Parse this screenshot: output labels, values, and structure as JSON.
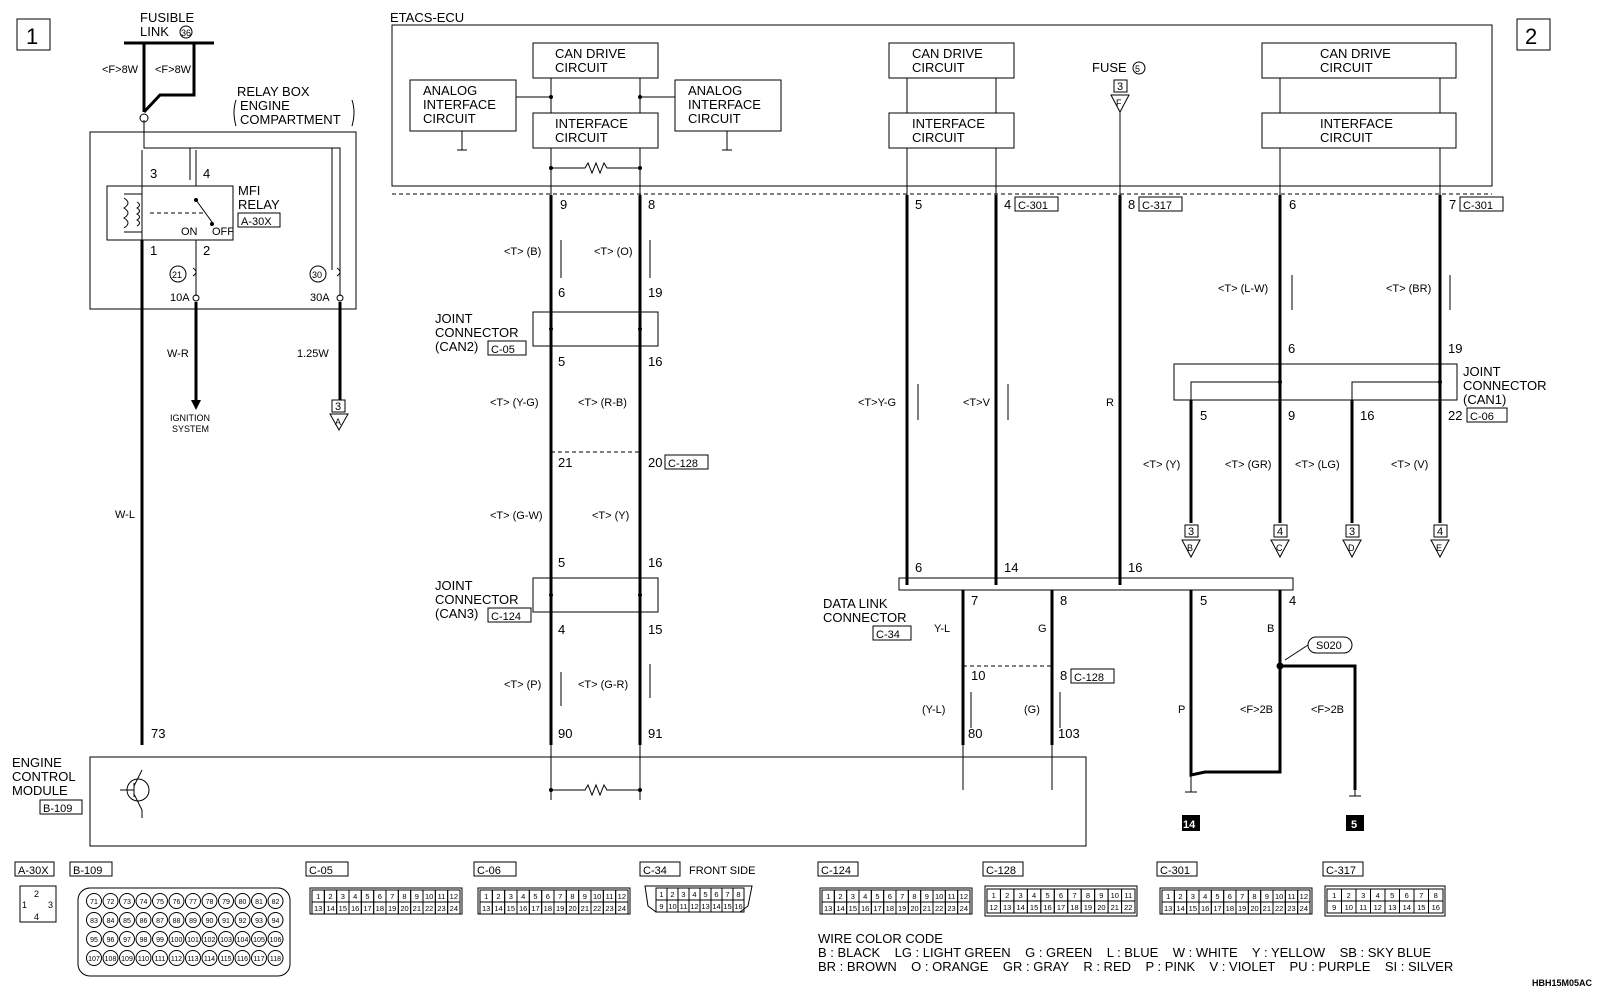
{
  "page": {
    "sheet_left": "1",
    "sheet_right": "2",
    "figure_code": "HBH15M05AC"
  },
  "fusible": {
    "line1": "FUSIBLE",
    "line2": "LINK",
    "num": "36",
    "l1": "<F>8W",
    "l2": "<F>8W"
  },
  "relay_box": {
    "line1": "RELAY BOX",
    "line2": "ENGINE",
    "line3": "COMPARTMENT"
  },
  "mfi_relay": {
    "line1": "MFI",
    "line2": "RELAY",
    "conn": "A-30X",
    "on": "ON",
    "off": "OFF",
    "p3": "3",
    "p4": "4",
    "p1": "1",
    "p2": "2"
  },
  "fuses": {
    "f21": "21",
    "f21a": "10A",
    "f30": "30",
    "f30a": "30A"
  },
  "left_wires": {
    "wr": "W-R",
    "w125": "1.25W",
    "ign1": "IGNITION",
    "ign2": "SYSTEM",
    "wl": "W-L",
    "to3": "3",
    "toA": "A",
    "p73": "73"
  },
  "ecu": {
    "title": "ETACS-ECU",
    "can_drive": [
      "CAN DRIVE",
      "CIRCUIT"
    ],
    "interface": [
      "INTERFACE",
      "CIRCUIT"
    ],
    "analog": [
      "ANALOG",
      "INTERFACE",
      "CIRCUIT"
    ],
    "fuse": "FUSE",
    "fuse_num": "5",
    "fuse_conn_num": "3",
    "fuse_conn_let": "F"
  },
  "pins": {
    "p9": "9",
    "p8": "8",
    "p5": "5",
    "p4": "4",
    "p8b": "8",
    "p6": "6",
    "p7": "7",
    "c301a": "C-301",
    "c317": "C-317",
    "c301b": "C-301"
  },
  "can2": {
    "t1": "<T> (B)",
    "t2": "<T> (O)",
    "p6": "6",
    "p19": "19",
    "line1": "JOINT",
    "line2": "CONNECTOR",
    "line3": "(CAN2)",
    "conn": "C-05",
    "p5": "5",
    "p16": "16"
  },
  "mid": {
    "t1": "<T> (Y-G)",
    "t2": "<T> (R-B)",
    "p21": "21",
    "p20": "20",
    "conn": "C-128",
    "t3": "<T> (G-W)",
    "t4": "<T> (Y)"
  },
  "can3": {
    "p5": "5",
    "p16": "16",
    "line1": "JOINT",
    "line2": "CONNECTOR",
    "line3": "(CAN3)",
    "conn": "C-124",
    "p4": "4",
    "p15": "15",
    "t1": "<T> (P)",
    "t2": "<T> (G-R)",
    "p90": "90",
    "p91": "91"
  },
  "ecm": {
    "line1": "ENGINE",
    "line2": "CONTROL",
    "line3": "MODULE",
    "conn": "B-109"
  },
  "dlc": {
    "tyg": "<T>Y-G",
    "tv": "<T>V",
    "r": "R",
    "p6": "6",
    "p14": "14",
    "p16": "16",
    "line1": "DATA LINK",
    "line2": "CONNECTOR",
    "conn": "C-34",
    "p7": "7",
    "p8": "8",
    "p5": "5",
    "p4": "4",
    "yl": "Y-L",
    "g": "G",
    "b": "B",
    "p10": "10",
    "p8c": "8",
    "c128": "C-128",
    "pyl": "(Y-L)",
    "pg": "(G)",
    "p80": "80",
    "p103": "103",
    "p": "P",
    "f2b1": "<F>2B",
    "f2b2": "<F>2B",
    "s020": "S020",
    "g14": "14",
    "g5": "5"
  },
  "can1": {
    "tlw": "<T> (L-W)",
    "tbr": "<T> (BR)",
    "p6": "6",
    "p19": "19",
    "line1": "JOINT",
    "line2": "CONNECTOR",
    "line3": "(CAN1)",
    "conn": "C-06",
    "p5": "5",
    "p9": "9",
    "p16": "16",
    "p22": "22",
    "ty": "<T> (Y)",
    "tgr": "<T> (GR)",
    "tlg": "<T> (LG)",
    "tv": "<T> (V)",
    "b3": "3",
    "bB": "B",
    "b4": "4",
    "bC": "C",
    "b3d": "3",
    "bD": "D",
    "b4e": "4",
    "bE": "E"
  },
  "connectors": {
    "a30x": "A-30X",
    "b109": "B-109",
    "c05": "C-05",
    "c06": "C-06",
    "c34": "C-34",
    "front": "FRONT SIDE",
    "c124": "C-124",
    "c128": "C-128",
    "c301": "C-301",
    "c317": "C-317"
  },
  "wire_code": {
    "title": "WIRE COLOR CODE",
    "row1": "B : BLACK    LG : LIGHT GREEN    G : GREEN    L : BLUE    W : WHITE    Y : YELLOW    SB : SKY BLUE",
    "row2": "BR : BROWN    O : ORANGE    GR : GRAY    R : RED    P : PINK    V : VIOLET    PU : PURPLE    SI : SILVER"
  }
}
